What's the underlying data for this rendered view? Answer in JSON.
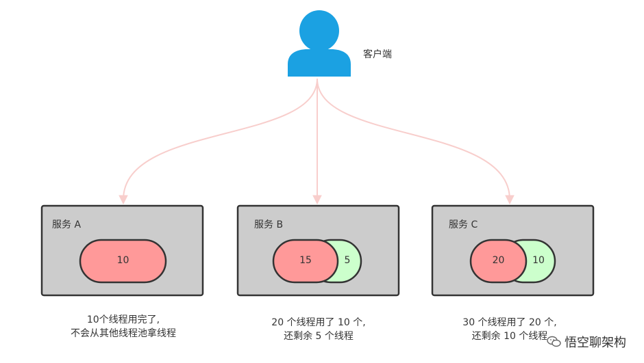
{
  "client": {
    "label": "客户端"
  },
  "services": [
    {
      "title": "服务 A",
      "used": "10",
      "remaining": "",
      "caption_line1": "10个线程用完了,",
      "caption_line2": "不会从其他线程池拿线程"
    },
    {
      "title": "服务 B",
      "used": "15",
      "remaining": "5",
      "caption_line1": "20 个线程用了 10 个,",
      "caption_line2": "还剩余 5 个线程"
    },
    {
      "title": "服务 C",
      "used": "20",
      "remaining": "10",
      "caption_line1": "30 个线程用了 20 个,",
      "caption_line2": "还剩余 10 个线程"
    }
  ],
  "watermark": {
    "text": "悟空聊架构",
    "icon": "wechat-icon"
  },
  "colors": {
    "user_icon": "#1BA1E2",
    "arrow": "#F8CECC",
    "box_fill": "#CCCCCC",
    "box_stroke": "#333333",
    "used_fill": "#FF9999",
    "remaining_fill": "#CCFFCC"
  }
}
